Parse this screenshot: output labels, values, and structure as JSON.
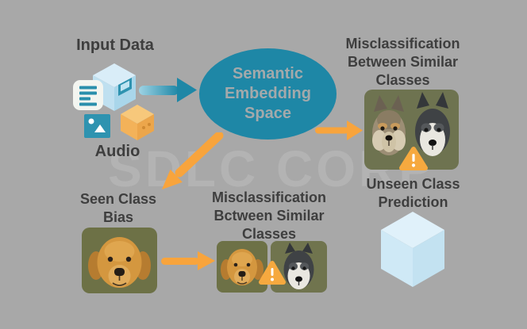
{
  "watermark": "SDLC CORP",
  "input": {
    "title": "Input Data",
    "audio_label": "Audio"
  },
  "embedding": {
    "line1": "Semantic",
    "line2": "Embedding",
    "line3": "Space"
  },
  "misclassification_top": {
    "line1": "Misclassification",
    "line2": "Between Similar",
    "line3": "Classes"
  },
  "seen_class_bias": {
    "line1": "Seen Class",
    "line2": "Bias"
  },
  "misclassification_bottom": {
    "line1": "Misclassification",
    "line2": "Bctween Similar",
    "line3": "Classes"
  },
  "unseen_class": {
    "line1": "Unseen Class",
    "line2": "Prediction"
  },
  "icons": {
    "document": "document-icon",
    "image": "image-icon",
    "data_cube": "data-cube-icon",
    "audio_cube": "audio-cube-icon",
    "warning": "warning-triangle-icon",
    "prediction_cube": "prediction-cube-icon"
  },
  "colors": {
    "background": "#a8a8a8",
    "watermark_text": "#b3b3b3",
    "ellipse_fill": "#1e87a6",
    "ellipse_text": "#a3a9ab",
    "heading_text": "#3e3e3e",
    "arrow_orange": "#f8a43c",
    "arrow_blue_light": "#9ed3e4",
    "arrow_blue_dark": "#1e87a6",
    "photo_background_olive": "#6e7350",
    "prediction_cube_blue": "#d4eaf7"
  }
}
